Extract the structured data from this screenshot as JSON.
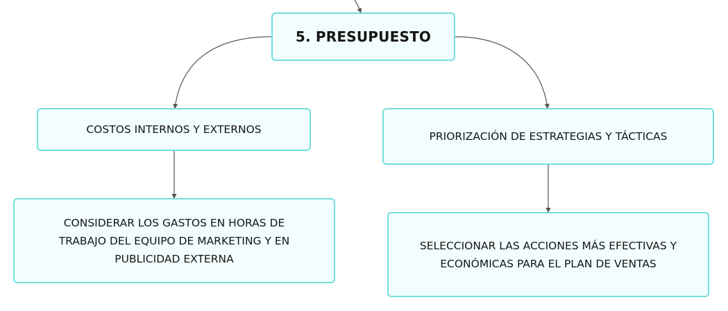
{
  "root": {
    "label": "5. PRESUPUESTO"
  },
  "branches": [
    {
      "label": "COSTOS INTERNOS Y EXTERNOS",
      "child": {
        "lines": [
          "CONSIDERAR LOS GASTOS EN HORAS DE",
          "TRABAJO DEL EQUIPO DE MARKETING Y EN",
          "PUBLICIDAD EXTERNA"
        ]
      }
    },
    {
      "label": "PRIORIZACIÓN DE ESTRATEGIAS Y TÁCTICAS",
      "child": {
        "lines": [
          "SELECCIONAR LAS ACCIONES MÁS EFECTIVAS Y",
          "ECONÓMICAS PARA EL PLAN DE VENTAS"
        ]
      }
    }
  ],
  "colors": {
    "node_fill": "#f2fdfd",
    "node_border": "#74dede",
    "connector": "#555555",
    "text": "#151515"
  }
}
